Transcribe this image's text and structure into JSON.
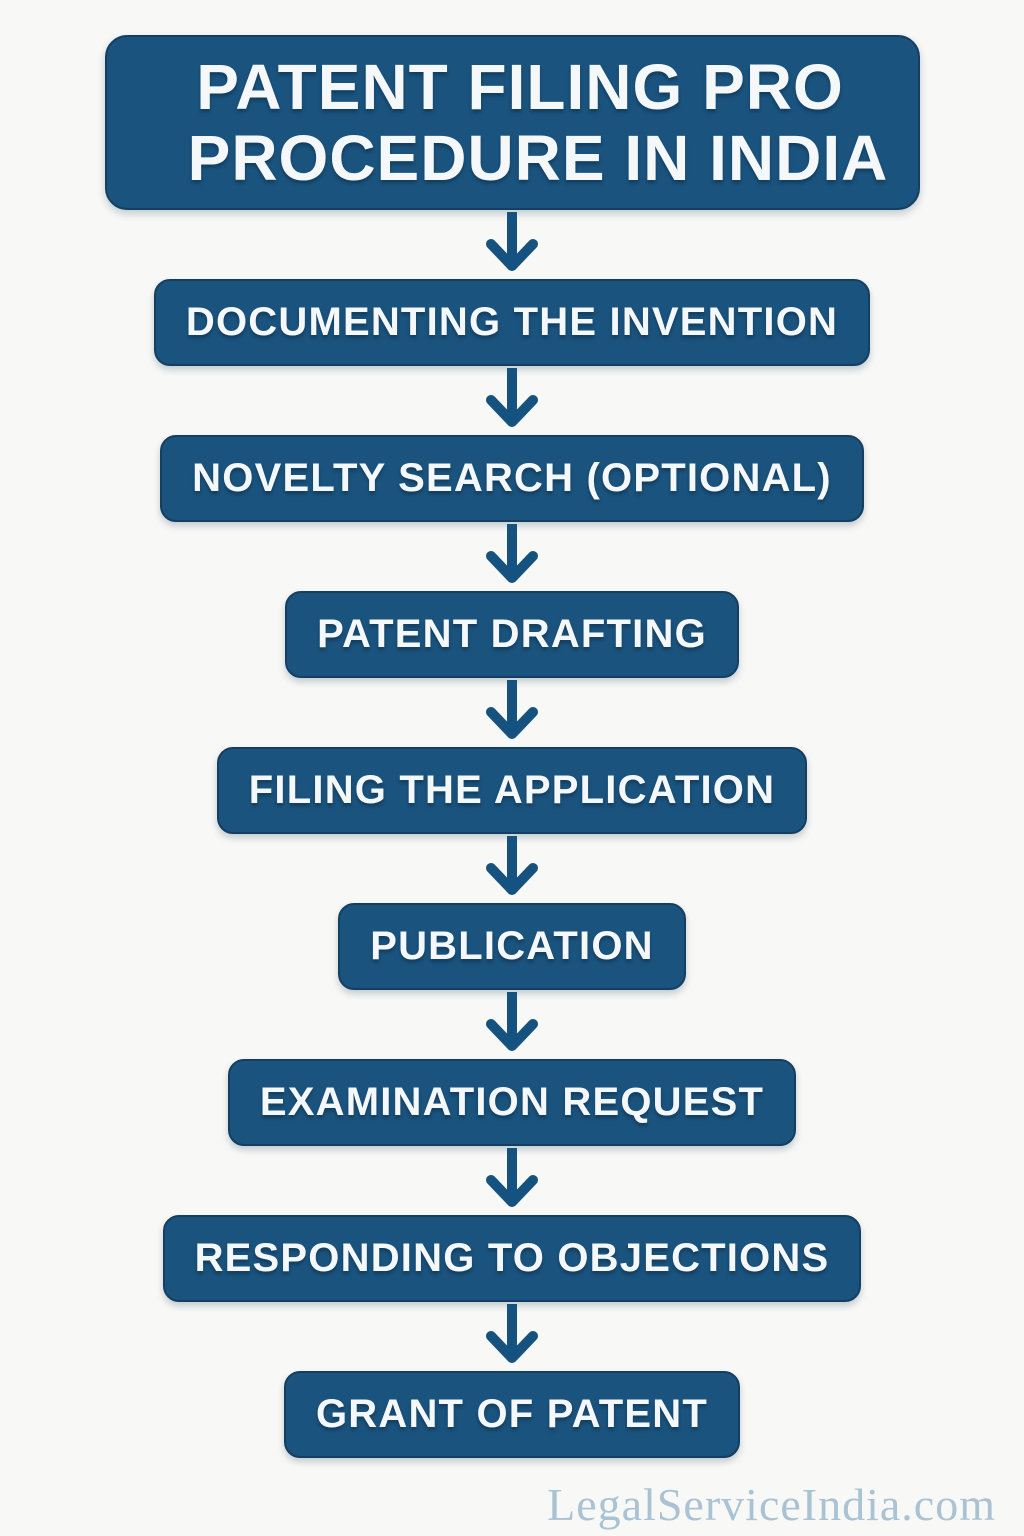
{
  "page": {
    "background_color": "#f8f8f6",
    "box_color": "#1a537d",
    "box_border_color": "#143f60",
    "box_text_color": "#f5f8fa",
    "arrow_color": "#15527f",
    "footer_color": "#a9c3d4"
  },
  "title": {
    "line1": "PATENT FILING PRO",
    "line2": "PROCEDURE IN INDIA"
  },
  "steps": [
    {
      "label": "DOCUMENTING THE INVENTION"
    },
    {
      "label": "NOVELTY SEARCH (OPTIONAL)"
    },
    {
      "label": "PATENT DRAFTING"
    },
    {
      "label": "FILING THE APPLICATION"
    },
    {
      "label": "PUBLICATION"
    },
    {
      "label": "EXAMINATION REQUEST"
    },
    {
      "label": "RESPONDING TO OBJECTIONS"
    },
    {
      "label": "GRANT OF PATENT"
    }
  ],
  "icons": {
    "flow_connector": "arrow-down-icon"
  },
  "footer": {
    "brand": "LegalServiceIndia.com"
  }
}
